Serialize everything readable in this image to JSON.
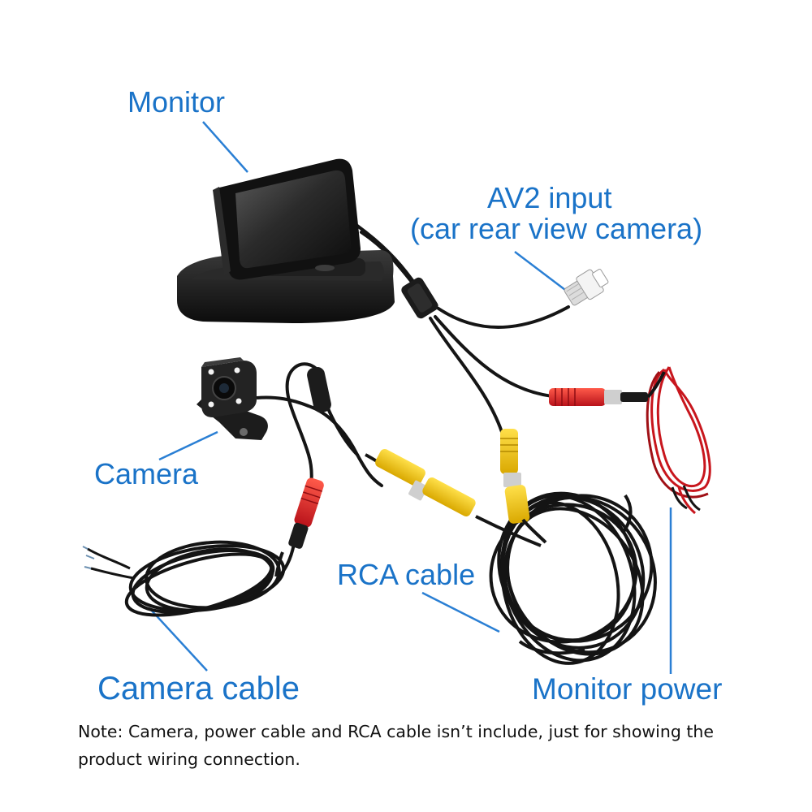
{
  "labels": {
    "monitor": "Monitor",
    "av2_input": "AV2 input",
    "av2_input_detail": "(car rear view camera)",
    "camera": "Camera",
    "rca_cable": "RCA cable",
    "camera_cable": "Camera cable",
    "monitor_power": "Monitor power"
  },
  "note": "Note: Camera, power cable and RCA cable isn’t include, just for showing the product wiring connection.",
  "colors": {
    "label_blue": "#1a73c8",
    "rca_yellow": "#f2c700",
    "rca_red": "#e8242a",
    "rca_white": "#f2f2f2",
    "cable_black": "#151515",
    "power_red": "#c8161d"
  }
}
